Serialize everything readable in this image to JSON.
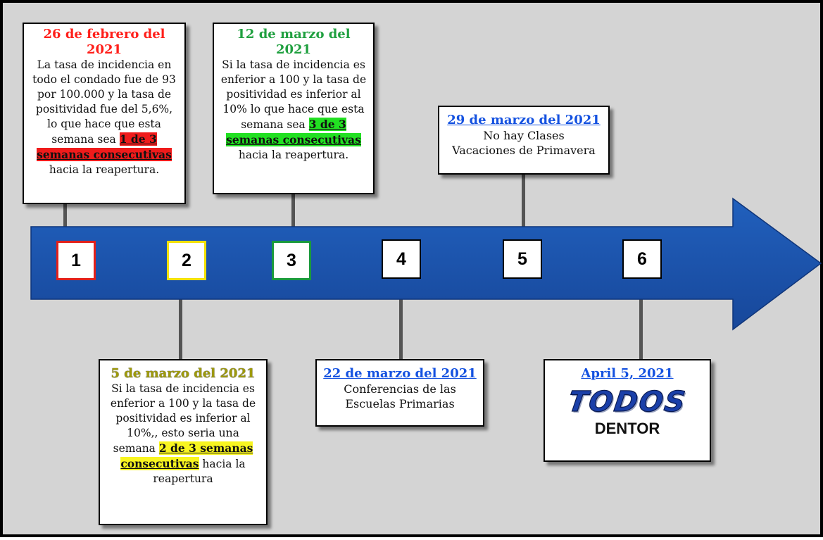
{
  "timeline": {
    "markers": [
      "1",
      "2",
      "3",
      "4",
      "5",
      "6"
    ],
    "colors": {
      "arrow": "#1b52a8",
      "background": "#d4d4d4",
      "red": "#ff1f1a",
      "green": "#20a040",
      "yellow": "#f8f520",
      "blue": "#1552e0"
    }
  },
  "events": {
    "e1": {
      "date": "26 de febrero del 2021",
      "text_before": "La tasa de incidencia en todo el condado fue de 93 por 100.000 y la tasa de positividad fue del 5,6%, lo que hace que esta semana sea ",
      "highlight": "1 de 3 semanas consecutivas",
      "text_after": " hacia la reapertura."
    },
    "e2": {
      "date": "5 de marzo del 2021",
      "text_before": "Si la tasa de incidencia es enferior a 100 y la tasa de positividad es inferior al 10%,, esto seria una semana ",
      "highlight": "2 de 3 semanas consecutivas",
      "text_after": " hacia la reapertura"
    },
    "e3": {
      "date": "12 de marzo del 2021",
      "text_before": "Si la tasa de incidencia es enferior a 100 y la tasa de positividad es inferior al 10% lo que hace que esta semana sea ",
      "highlight": "3 de 3 semanas consecutivas",
      "text_after": " hacia la reapertura."
    },
    "e4": {
      "date": "22 de marzo del 2021",
      "line1": "Conferencias de las",
      "line2": "Escuelas Primarias"
    },
    "e5": {
      "date": "29 de marzo del 2021",
      "line1": "No hay Clases",
      "line2": "Vacaciones de Primavera"
    },
    "e6": {
      "date": "April 5, 2021",
      "title": "TODOS",
      "subtitle": "DENTOR"
    }
  }
}
